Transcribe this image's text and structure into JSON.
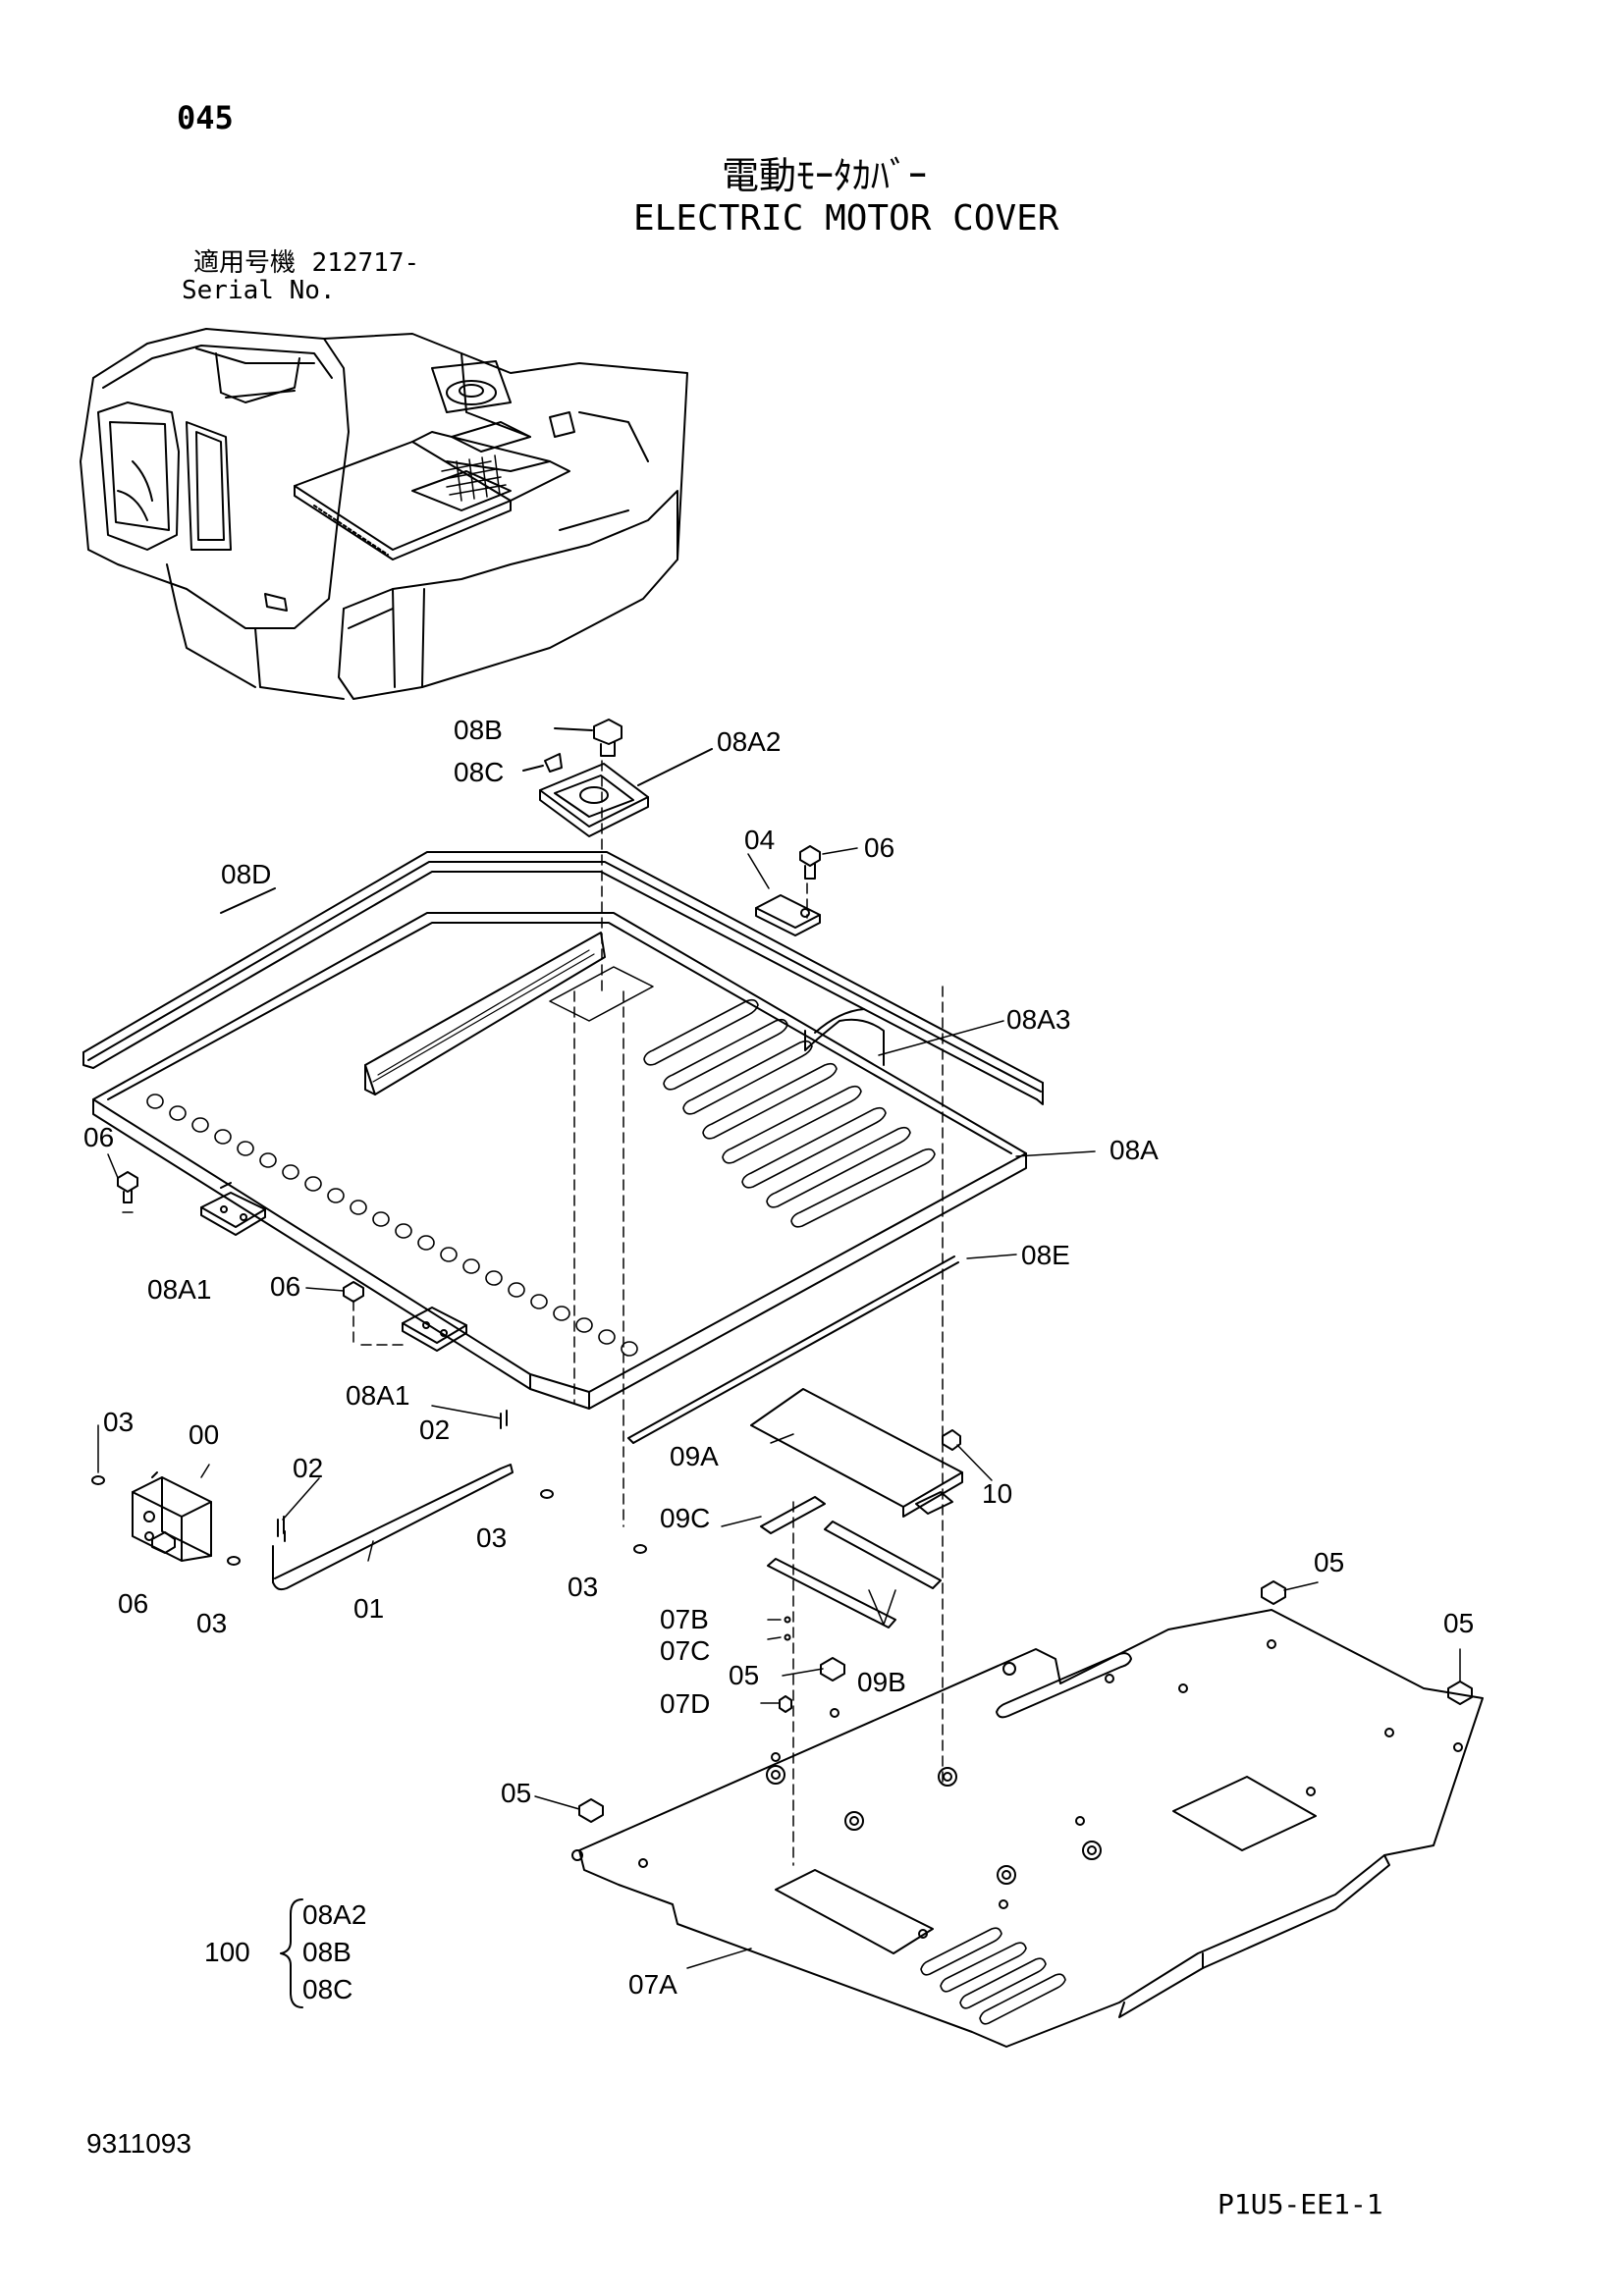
{
  "page_number": "045",
  "title_jp": "電動ﾓｰﾀｶﾊﾞｰ",
  "title_en": "ELECTRIC MOTOR COVER",
  "serial": {
    "label_jp": "適用号機",
    "label_en": "Serial No.",
    "value": "212717-"
  },
  "callouts": {
    "c08B": "08B",
    "c08C": "08C",
    "c08A2": "08A2",
    "c04": "04",
    "c06a": "06",
    "c08D": "08D",
    "c08A3": "08A3",
    "c06b": "06",
    "c08A": "08A",
    "c08E": "08E",
    "c08A1a": "08A1",
    "c06c": "06",
    "c08A1b": "08A1",
    "c03a": "03",
    "c00": "00",
    "c02a": "02",
    "c02b": "02",
    "c06d": "06",
    "c03b": "03",
    "c01": "01",
    "c03c": "03",
    "c03d": "03",
    "c09A": "09A",
    "c10": "10",
    "c09C": "09C",
    "c07B": "07B",
    "c07C": "07C",
    "c05a": "05",
    "c07D": "07D",
    "c09B": "09B",
    "c05b": "05",
    "c05c": "05",
    "c05d": "05",
    "c07A": "07A"
  },
  "kit": {
    "number": "100",
    "items": [
      "08A2",
      "08B",
      "08C"
    ]
  },
  "doc_number": "9311093",
  "page_code": "P1U5-EE1-1"
}
